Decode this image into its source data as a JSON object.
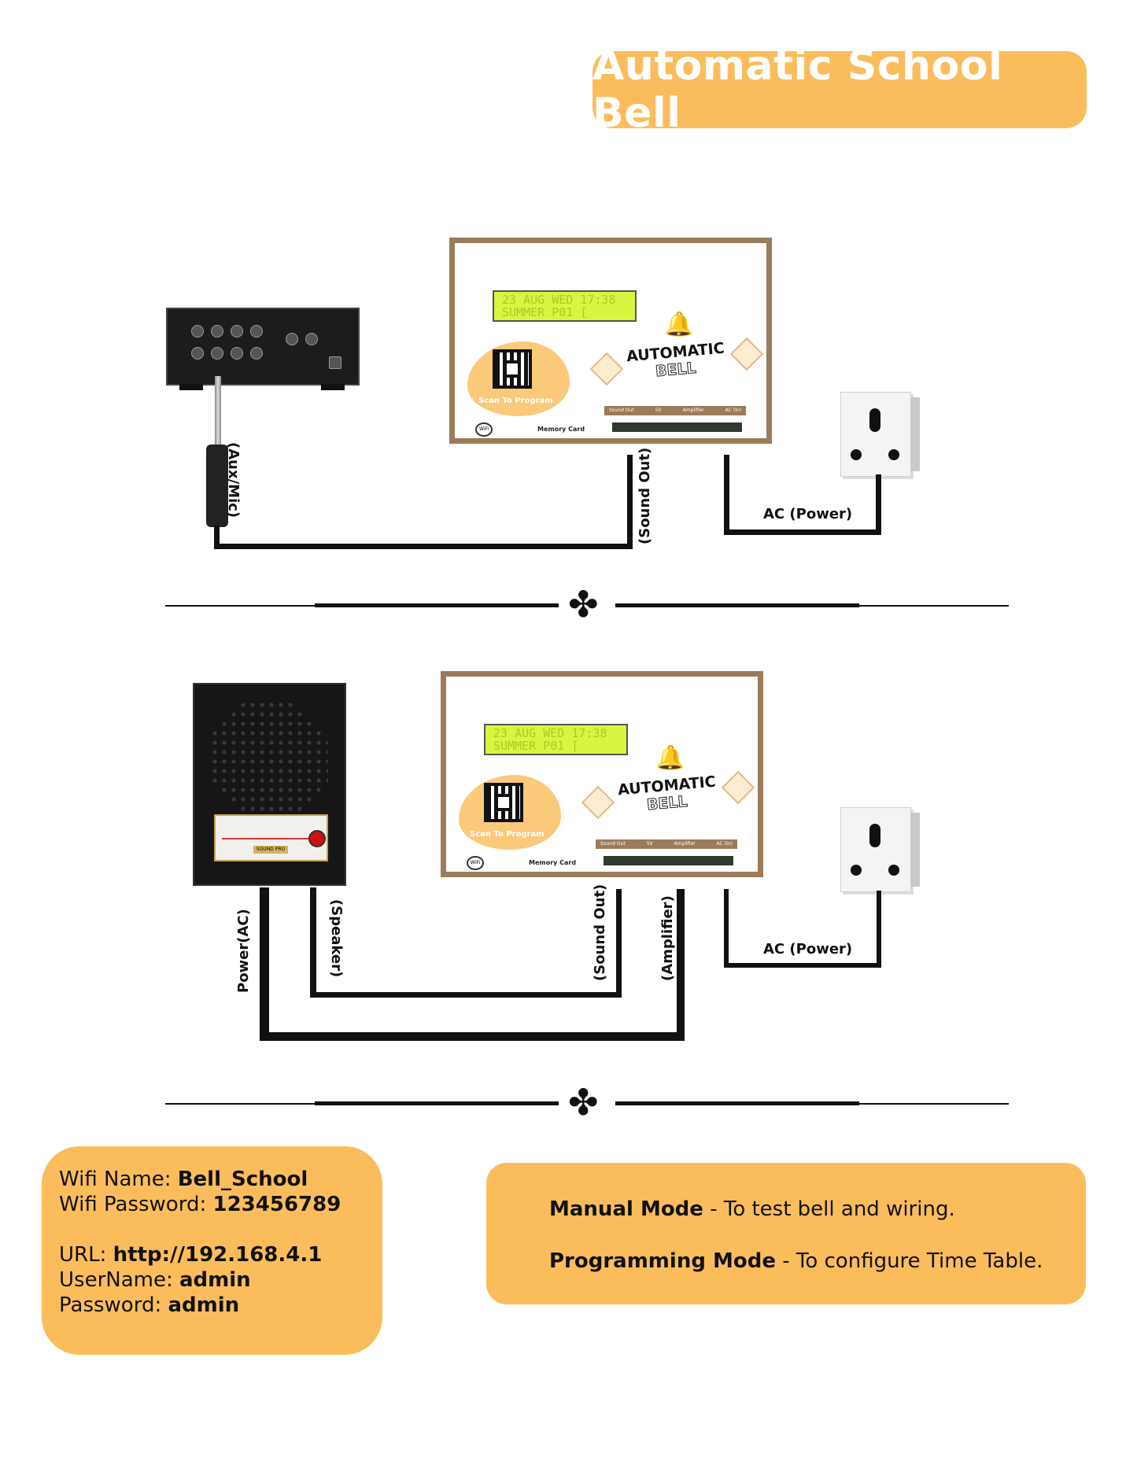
{
  "title": "Automatic School Bell",
  "device": {
    "lcd_line1": "23 AUG WED 17:38",
    "lcd_line2": "SUMMER P01 [",
    "brand_line1": "AUTOMATIC",
    "brand_line2": "BELL",
    "scan_label": "Scan To Program",
    "memory_label": "Memory Card",
    "wifi_badge": "WiFi",
    "ports": [
      "Sound Out",
      "5V",
      "Amplifier",
      "AC (In)"
    ]
  },
  "diagram1": {
    "labels": {
      "aux_mic": "(Aux/Mic)",
      "sound_out": "(Sound Out)",
      "ac_power": "AC (Power)"
    }
  },
  "diagram2": {
    "labels": {
      "power_ac": "Power(AC)",
      "speaker": "(Speaker)",
      "sound_out": "(Sound Out)",
      "amplifier": "(Amplifier)",
      "ac_power": "AC (Power)"
    },
    "speaker_badge": "SOUND PRO"
  },
  "ornament": "✤",
  "wifi_info": {
    "wifi_name_label": "Wifi Name: ",
    "wifi_name": "Bell_School",
    "wifi_password_label": "Wifi Password: ",
    "wifi_password": "123456789",
    "url_label": "URL: ",
    "url": "http://192.168.4.1",
    "username_label": "UserName: ",
    "username": "admin",
    "password_label": "Password: ",
    "password": "admin"
  },
  "modes": [
    {
      "name": "Manual Mode",
      "desc": " - To test bell and wiring."
    },
    {
      "name": "Programming Mode",
      "desc": " - To configure Time Table."
    }
  ],
  "colors": {
    "accent": "#FBBD5C",
    "device_border": "#9C7B5A",
    "lcd": "#D9F540"
  }
}
